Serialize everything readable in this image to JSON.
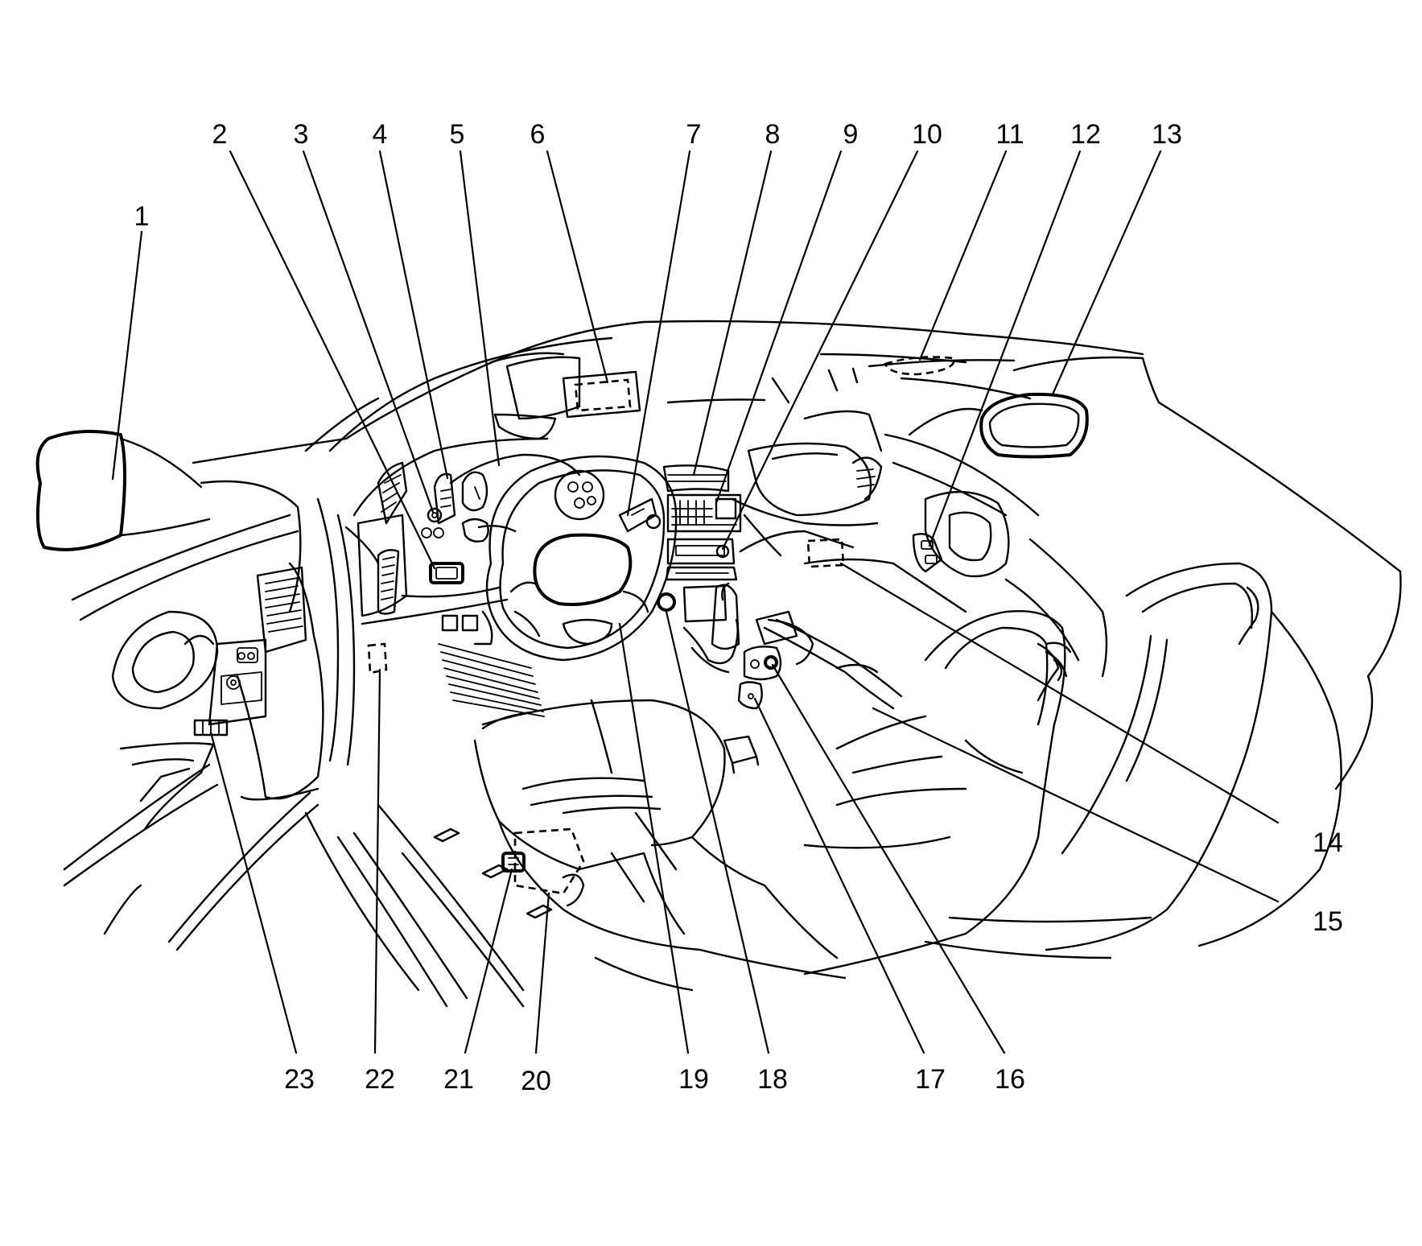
{
  "callouts": [
    {
      "id": "1",
      "label": "1"
    },
    {
      "id": "2",
      "label": "2"
    },
    {
      "id": "3",
      "label": "3"
    },
    {
      "id": "4",
      "label": "4"
    },
    {
      "id": "5",
      "label": "5"
    },
    {
      "id": "6",
      "label": "6"
    },
    {
      "id": "7",
      "label": "7"
    },
    {
      "id": "8",
      "label": "8"
    },
    {
      "id": "9",
      "label": "9"
    },
    {
      "id": "10",
      "label": "10"
    },
    {
      "id": "11",
      "label": "11"
    },
    {
      "id": "12",
      "label": "12"
    },
    {
      "id": "13",
      "label": "13"
    },
    {
      "id": "14",
      "label": "14"
    },
    {
      "id": "15",
      "label": "15"
    },
    {
      "id": "16",
      "label": "16"
    },
    {
      "id": "17",
      "label": "17"
    },
    {
      "id": "18",
      "label": "18"
    },
    {
      "id": "19",
      "label": "19"
    },
    {
      "id": "20",
      "label": "20"
    },
    {
      "id": "21",
      "label": "21"
    },
    {
      "id": "22",
      "label": "22"
    },
    {
      "id": "23",
      "label": "23"
    }
  ],
  "colors": {
    "ink": "#000000",
    "paper": "#ffffff"
  }
}
